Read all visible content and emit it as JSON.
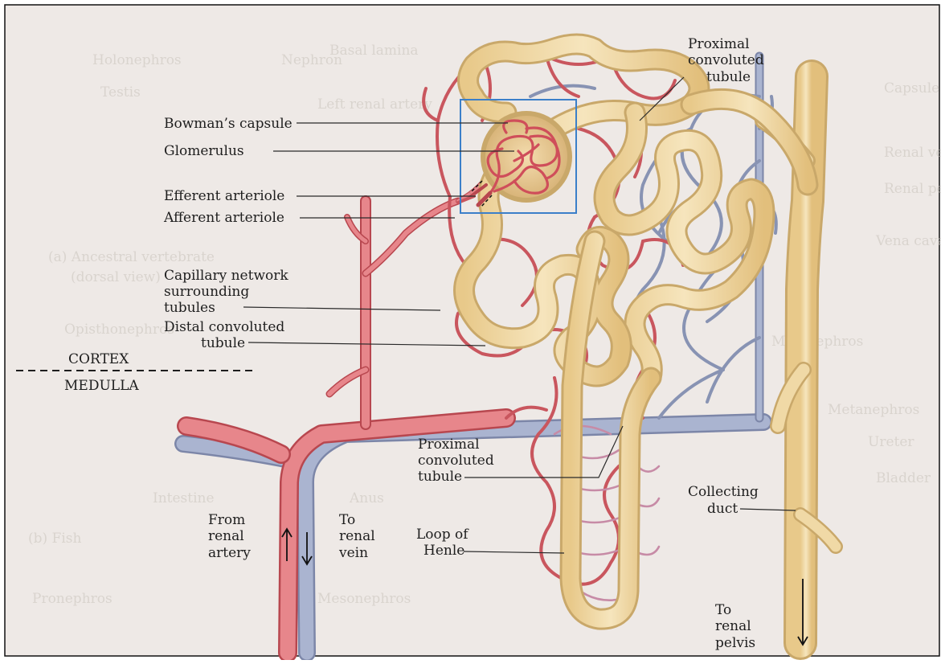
{
  "colors": {
    "paper": "#eee9e6",
    "tubule": "#f0d9a6",
    "tubule_edge": "#c9a86a",
    "artery": "#e7868b",
    "artery_edge": "#b8474f",
    "vein": "#aab4d0",
    "vein_edge": "#7c86a8",
    "zoom_box": "#3b7fc9"
  },
  "labels": {
    "bowmans_capsule": "Bowman’s capsule",
    "glomerulus": "Glomerulus",
    "efferent_arteriole": "Efferent arteriole",
    "afferent_arteriole": "Afferent arteriole",
    "capillary_network": [
      "Capillary network",
      "surrounding",
      "tubules"
    ],
    "distal_tubule": [
      "Distal convoluted",
      "tubule"
    ],
    "cortex": "CORTEX",
    "medulla": "MEDULLA",
    "proximal_top": [
      "Proximal",
      "convoluted",
      "tubule"
    ],
    "proximal_mid": [
      "Proximal",
      "convoluted",
      "tubule"
    ],
    "loop_of_henle": [
      "Loop of",
      "Henle"
    ],
    "collecting_duct": [
      "Collecting",
      "duct"
    ],
    "from_renal_artery": [
      "From",
      "renal",
      "artery"
    ],
    "to_renal_vein": [
      "To",
      "renal",
      "vein"
    ],
    "to_renal_pelvis": [
      "To",
      "renal",
      "pelvis"
    ]
  },
  "arrows": {
    "up": "↑",
    "down": "↓"
  }
}
